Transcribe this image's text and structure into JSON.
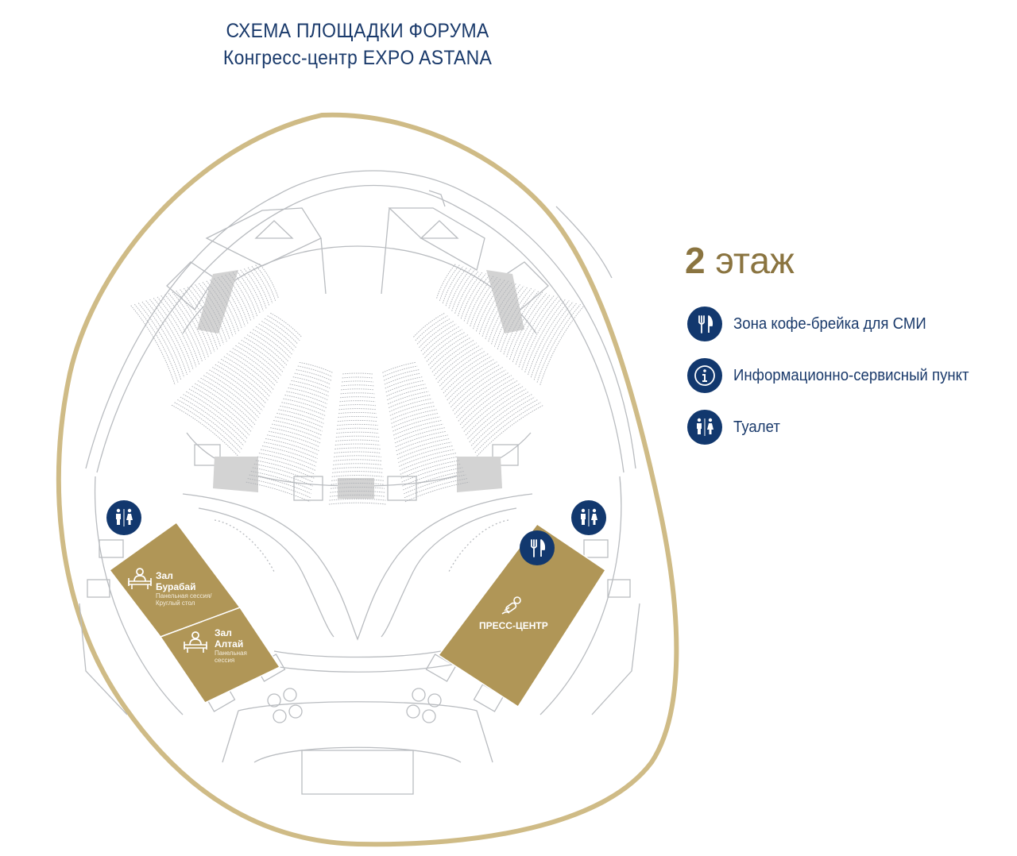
{
  "header": {
    "line1": "СХЕМА ПЛОЩАДКИ ФОРУМА",
    "line2": "Конгресс-центр EXPO ASTANA"
  },
  "floor": {
    "number": "2",
    "word": "этаж"
  },
  "legend": [
    {
      "icon": "fork-knife-icon",
      "label": "Зона кофе-брейка для СМИ"
    },
    {
      "icon": "info-icon",
      "label": "Информационно-сервисный пункт"
    },
    {
      "icon": "restroom-icon",
      "label": "Туалет"
    }
  ],
  "halls": {
    "burabay": {
      "name_1": "Зал",
      "name_2": "Бурабай",
      "type_1": "Панельная сессия/",
      "type_2": "Круглый стол"
    },
    "altai": {
      "name_1": "Зал",
      "name_2": "Алтай",
      "type_1": "Панельная",
      "type_2": "сессия"
    },
    "press": {
      "name": "ПРЕСС-ЦЕНТР"
    }
  },
  "colors": {
    "navy": "#12386e",
    "gold": "#b09657",
    "gold_outline": "#cfbb86",
    "floor_title": "#8a7440",
    "lines": "#b9bcc0",
    "shade": "#d3d3d3"
  }
}
